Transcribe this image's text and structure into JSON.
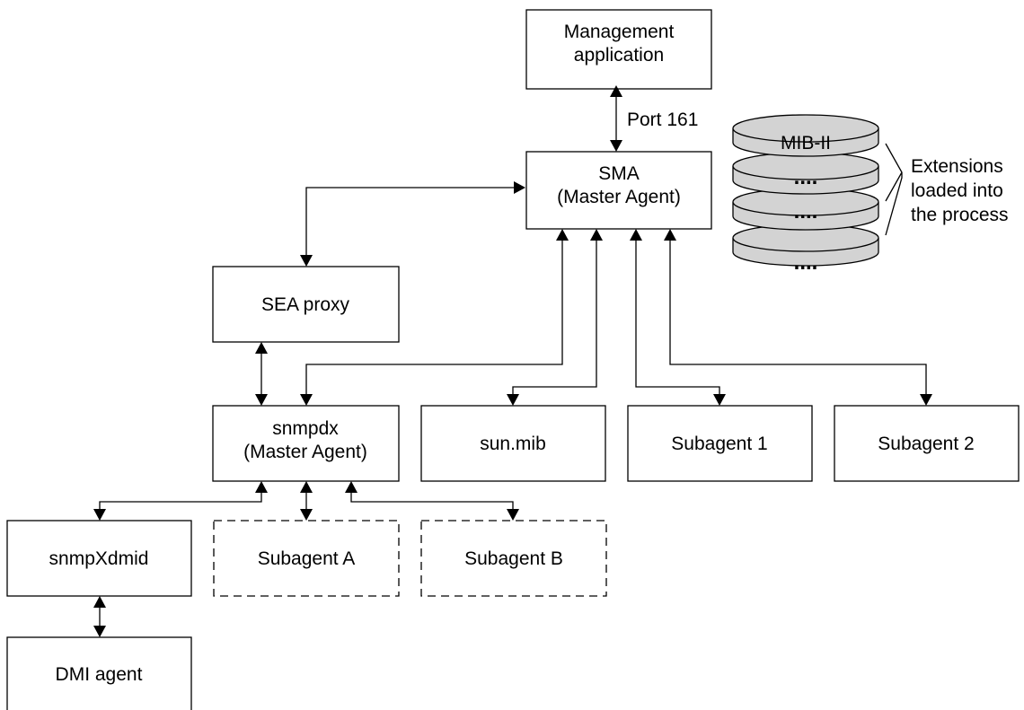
{
  "nodes": {
    "management_app": {
      "line1": "Management",
      "line2": "application"
    },
    "sma": {
      "line1": "SMA",
      "line2": "(Master Agent)"
    },
    "sea_proxy": {
      "label": "SEA proxy"
    },
    "snmpdx": {
      "line1": "snmpdx",
      "line2": "(Master Agent)"
    },
    "sun_mib": {
      "label": "sun.mib"
    },
    "subagent_1": {
      "label": "Subagent 1"
    },
    "subagent_2": {
      "label": "Subagent 2"
    },
    "snmpxdmid": {
      "label": "snmpXdmid"
    },
    "subagent_a": {
      "label": "Subagent A"
    },
    "subagent_b": {
      "label": "Subagent B"
    },
    "dmi_agent": {
      "label": "DMI agent"
    }
  },
  "port_label": "Port 161",
  "mib_stack": {
    "top_label": "MIB-II",
    "layer_labels": [
      "....",
      "....",
      "...."
    ],
    "extensions_note": [
      "Extensions",
      "loaded into",
      "the process"
    ]
  }
}
